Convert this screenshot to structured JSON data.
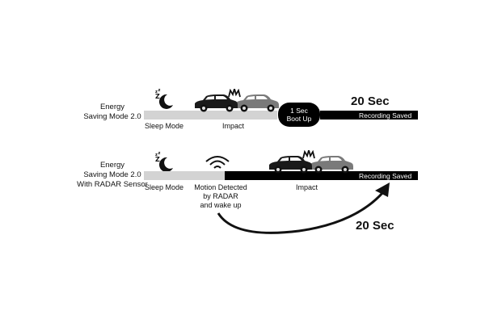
{
  "rows": [
    {
      "label_lines": [
        "Energy",
        "Saving Mode 2.0"
      ],
      "sleep_label": "Sleep Mode",
      "impact_label": "Impact",
      "boot_lines": [
        "1 Sec",
        "Boot Up"
      ],
      "duration_label": "20 Sec",
      "recording_label": "Recording Saved"
    },
    {
      "label_lines": [
        "Energy",
        "Saving Mode 2.0",
        "With RADAR Sensor"
      ],
      "sleep_label": "Sleep Mode",
      "motion_lines": [
        "Motion Detected",
        "by RADAR",
        "and wake up"
      ],
      "impact_label": "Impact",
      "recording_label": "Recording Saved",
      "duration_label": "20 Sec"
    }
  ],
  "icons": {
    "sleep": "sleep-moon-icon",
    "car": "car-icon",
    "collision": "collision-burst-icon",
    "radar": "radar-wave-icon",
    "arrow": "curved-arrow-icon"
  },
  "colors": {
    "sleep_bar": "#d3d3d3",
    "active_bar": "#000000",
    "car_dark": "#1a1a1a",
    "car_grey": "#7a7a7a"
  }
}
